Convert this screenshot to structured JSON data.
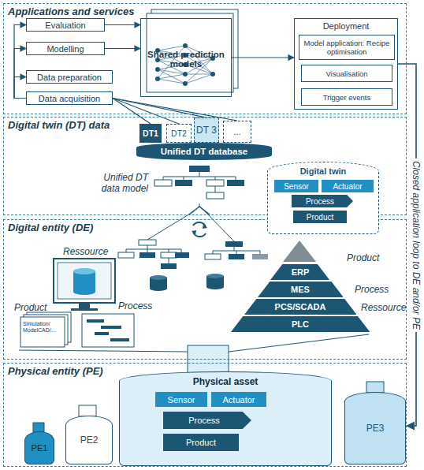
{
  "diagram": {
    "nodes": [
      {
        "text": [
          "Applications and services"
        ]
      },
      {
        "text": [
          "Evaluation"
        ],
        "in": 0
      },
      {
        "text": [
          "Modelling"
        ],
        "in": 0
      },
      {
        "text": [
          "Data preparation"
        ],
        "in": 0
      },
      {
        "text": [
          "Data acquisition"
        ],
        "in": 0
      },
      {
        "text": [
          "Shared prediction models"
        ],
        "in": 0
      },
      {
        "text": [
          "Deployment"
        ],
        "in": 0
      },
      {
        "text": [
          "Model application: Recipe optimisation"
        ],
        "in": 6
      },
      {
        "text": [
          "Visualisation"
        ],
        "in": 6
      },
      {
        "text": [
          "Trigger events"
        ],
        "in": 6
      },
      {
        "text": [
          "Digital twin (DT) data"
        ]
      },
      {
        "text": [
          "DT1"
        ],
        "in": 10
      },
      {
        "text": [
          "DT2"
        ],
        "in": 10
      },
      {
        "text": [
          "DT 3"
        ],
        "in": 10
      },
      {
        "text": [
          "..."
        ],
        "in": 10
      },
      {
        "text": [
          "Unified DT database"
        ],
        "in": 10
      },
      {
        "text": [
          "Digital twin"
        ],
        "in": 10
      },
      {
        "text": [
          "Sensor"
        ],
        "in": 16
      },
      {
        "text": [
          "Actuator"
        ],
        "in": 16
      },
      {
        "text": [
          "Process"
        ],
        "in": 16
      },
      {
        "text": [
          "Product"
        ],
        "in": 16
      },
      {
        "text": [
          "Digital entity (DE)"
        ]
      },
      {
        "text": [
          "ERP"
        ],
        "in": 21
      },
      {
        "text": [
          "MES"
        ],
        "in": 21
      },
      {
        "text": [
          "PCS/SCADA"
        ],
        "in": 21
      },
      {
        "text": [
          "PLC"
        ],
        "in": 21
      },
      {
        "text": [
          "Physical entity (PE)"
        ]
      },
      {
        "text": [
          "Physical asset"
        ],
        "in": 26
      },
      {
        "text": [
          "Sensor"
        ],
        "in": 27
      },
      {
        "text": [
          "Actuator"
        ],
        "in": 27
      },
      {
        "text": [
          "Process"
        ],
        "in": 27
      },
      {
        "text": [
          "Product"
        ],
        "in": 27
      },
      {
        "text": [
          "PE1"
        ],
        "in": 26
      },
      {
        "text": [
          "PE2"
        ],
        "in": 26
      },
      {
        "text": [
          "PE3"
        ],
        "in": 26
      }
    ],
    "edges": [
      {
        "from": 4,
        "to": 3,
        "arrow": "to"
      },
      {
        "from": 4,
        "to": 2,
        "arrow": "to"
      },
      {
        "from": 4,
        "to": 1,
        "arrow": "to"
      },
      {
        "from": 1,
        "to": 5,
        "arrow": "to"
      },
      {
        "from": 2,
        "to": 5,
        "arrow": "to"
      },
      {
        "from": 5,
        "to": 6,
        "arrow": "to"
      },
      {
        "from": 4,
        "to": 11,
        "arrow": "none"
      },
      {
        "from": 4,
        "to": 12,
        "arrow": "none"
      },
      {
        "from": 4,
        "to": 13,
        "arrow": "none"
      },
      {
        "from": 4,
        "to": 14,
        "arrow": "none"
      },
      {
        "from": 6,
        "to": 26,
        "arrow": "to",
        "label": "Closed application loop to DE and/or PE"
      }
    ],
    "labels": [
      "Unified DT data model",
      "Ressource",
      "Product",
      "Process",
      "Simulation/ ModelCAD/...",
      "Product",
      "Process",
      "Ressource"
    ]
  }
}
